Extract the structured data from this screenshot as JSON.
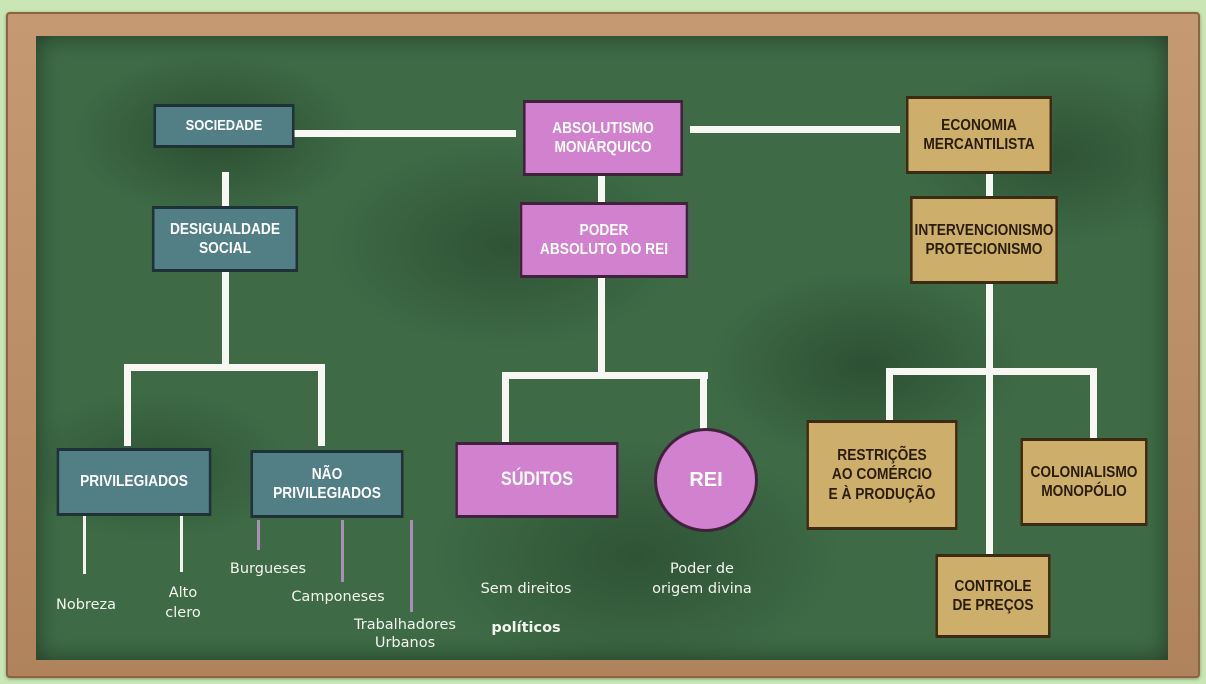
{
  "colors": {
    "society_boxes": "#527f85",
    "absolutism_boxes": "#d181cd",
    "economy_boxes": "#cdae6b",
    "board": "#3e6b46",
    "frame": "#b88b62",
    "background": "#c9e6b4"
  },
  "icons": {
    "crown": "crown-icon"
  },
  "nodes": {
    "sociedade": "SOCIEDADE",
    "absolutismo": "ABSOLUTISMO\nMONÁRQUICO",
    "economia": "ECONOMIA\nMERCANTILISTA",
    "desigualdade": "DESIGUALDADE\nSOCIAL",
    "poder": "PODER\nABSOLUTO DO REI",
    "intervencionismo": "INTERVENCIONISMO\nPROTECIONISMO",
    "privilegiados": "PRIVILEGIADOS",
    "nao_privilegiados": "NÃO\nPRIVILEGIADOS",
    "suditos": "SÚDITOS",
    "rei": "REI",
    "restricoes": "RESTRIÇÕES\nAO COMÉRCIO\nE À PRODUÇÃO",
    "colonialismo": "COLONIALISMO\nMONOPÓLIO",
    "controle": "CONTROLE\nDE PREÇOS"
  },
  "labels": {
    "nobreza": "Nobreza",
    "alto_clero": "Alto\nclero",
    "burgueses": "Burgueses",
    "camponeses": "Camponeses",
    "trabalhadores": "Trabalhadores\nUrbanos",
    "sem_direitos_1": "Sem direitos",
    "sem_direitos_2": "políticos",
    "poder_origem": "Poder de\norigem divina"
  }
}
